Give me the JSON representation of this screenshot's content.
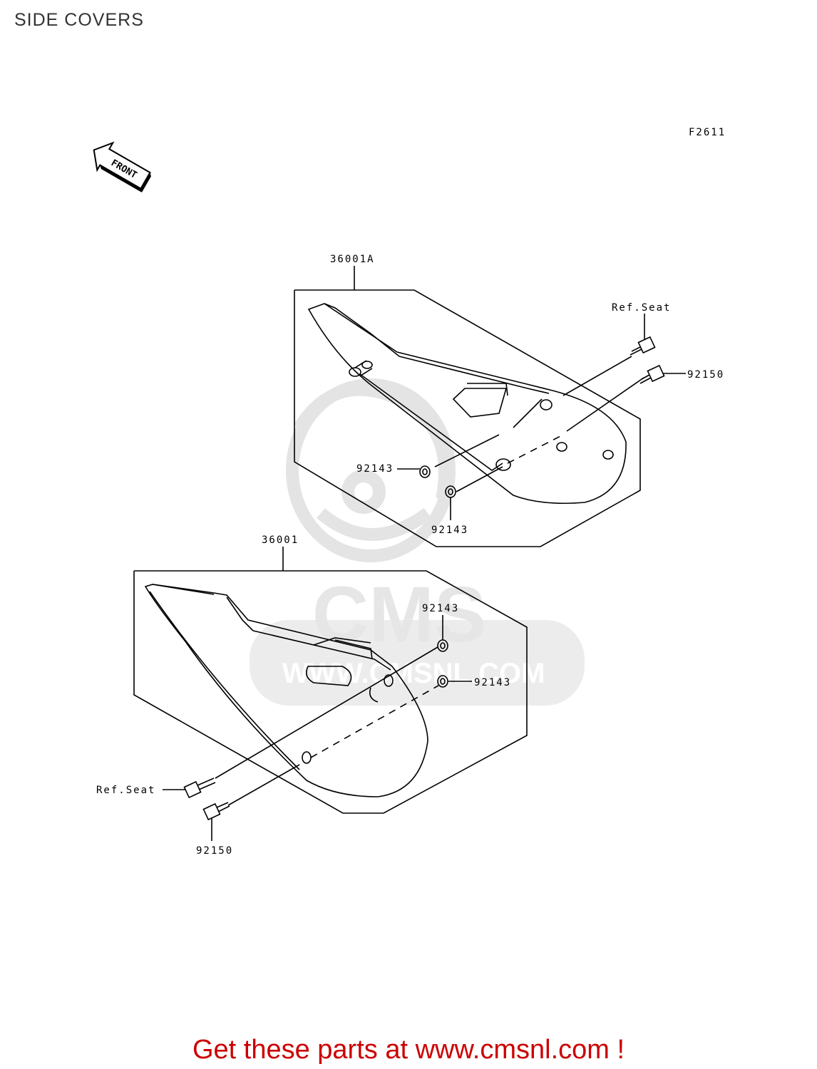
{
  "header": {
    "title": "SIDE COVERS"
  },
  "diagram": {
    "figure_code": "F2611",
    "front_indicator": "FRONT",
    "watermark": {
      "brand": "CMS",
      "url": "WWW.CMSNL.COM"
    },
    "labels": {
      "upper_cover": "36001A",
      "lower_cover": "36001",
      "ref_seat_upper": "Ref.Seat",
      "ref_seat_lower": "Ref.Seat",
      "bolt_upper": "92150",
      "bolt_lower": "92150",
      "washer_upper_left": "92143",
      "washer_upper_bottom": "92143",
      "washer_lower_top": "92143",
      "washer_lower_right": "92143"
    }
  },
  "footer": {
    "cta": "Get these parts at www.cmsnl.com !"
  }
}
